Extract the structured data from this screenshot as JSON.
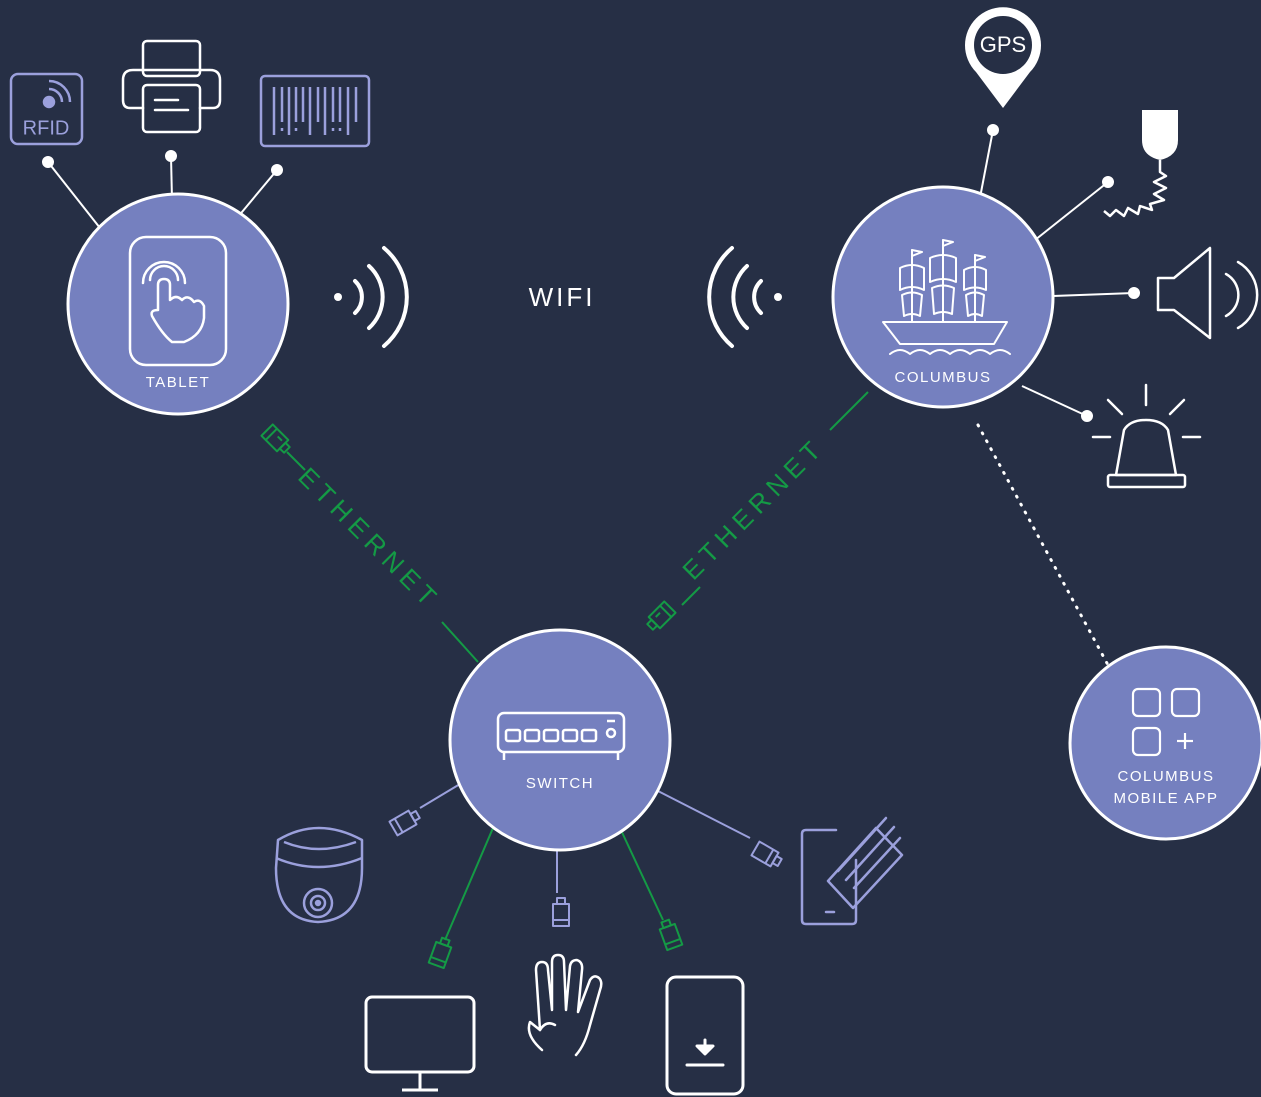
{
  "colors": {
    "background": "#262f45",
    "node_fill": "#7580bf",
    "node_border": "#ffffff",
    "peripheral_purple": "#9ba0dc",
    "ethernet_green": "#149a45",
    "white": "#ffffff"
  },
  "nodes": {
    "tablet": {
      "label": "TABLET",
      "icon": "touch-tablet-icon"
    },
    "columbus": {
      "label": "COLUMBUS",
      "icon": "ship-icon"
    },
    "switch": {
      "label": "SWITCH",
      "icon": "network-switch-icon"
    },
    "mobile_app": {
      "label_line1": "COLUMBUS",
      "label_line2": "MOBILE APP",
      "icon": "apps-icon"
    }
  },
  "links": {
    "wifi_label": "WIFI",
    "ethernet_left": "ETHERNET",
    "ethernet_right": "ETHERNET"
  },
  "tablet_peripherals": [
    {
      "icon": "rfid-icon",
      "text": "RFID"
    },
    {
      "icon": "printer-icon"
    },
    {
      "icon": "barcode-icon"
    }
  ],
  "columbus_peripherals": [
    {
      "icon": "gps-pin-icon",
      "text": "GPS"
    },
    {
      "icon": "microphone-icon"
    },
    {
      "icon": "speaker-icon"
    },
    {
      "icon": "siren-icon"
    }
  ],
  "switch_peripherals": [
    {
      "icon": "dome-camera-icon"
    },
    {
      "icon": "monitor-icon"
    },
    {
      "icon": "hand-gesture-icon"
    },
    {
      "icon": "download-phone-icon"
    },
    {
      "icon": "card-payment-icon"
    }
  ]
}
